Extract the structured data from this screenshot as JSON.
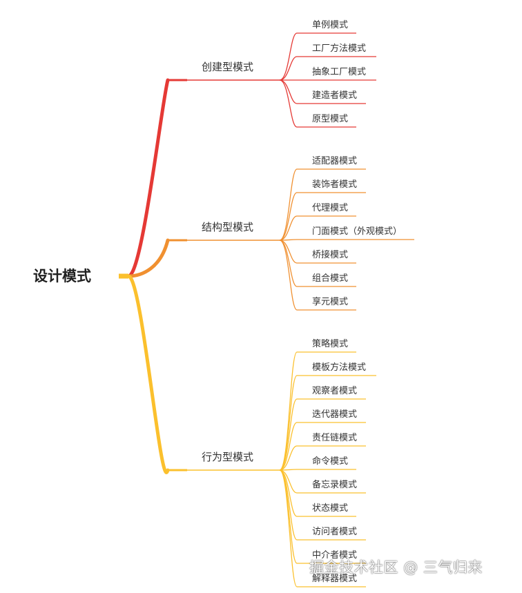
{
  "root": {
    "label": "设计模式",
    "stem_color": "#fbc02d"
  },
  "branches": [
    {
      "label": "创建型模式",
      "color": "#e53935",
      "leaves": [
        "单例模式",
        "工厂方法模式",
        "抽象工厂模式",
        "建造者模式",
        "原型模式"
      ]
    },
    {
      "label": "结构型模式",
      "color": "#f09030",
      "leaves": [
        "适配器模式",
        "装饰者模式",
        "代理模式",
        "门面模式（外观模式）",
        "桥接模式",
        "组合模式",
        "享元模式"
      ]
    },
    {
      "label": "行为型模式",
      "color": "#fbc02d",
      "leaves": [
        "策略模式",
        "模板方法模式",
        "观察者模式",
        "迭代器模式",
        "责任链模式",
        "命令模式",
        "备忘录模式",
        "状态模式",
        "访问者模式",
        "中介者模式",
        "解释器模式"
      ]
    }
  ],
  "watermark": "掘金技术社区 @ 三气归来"
}
